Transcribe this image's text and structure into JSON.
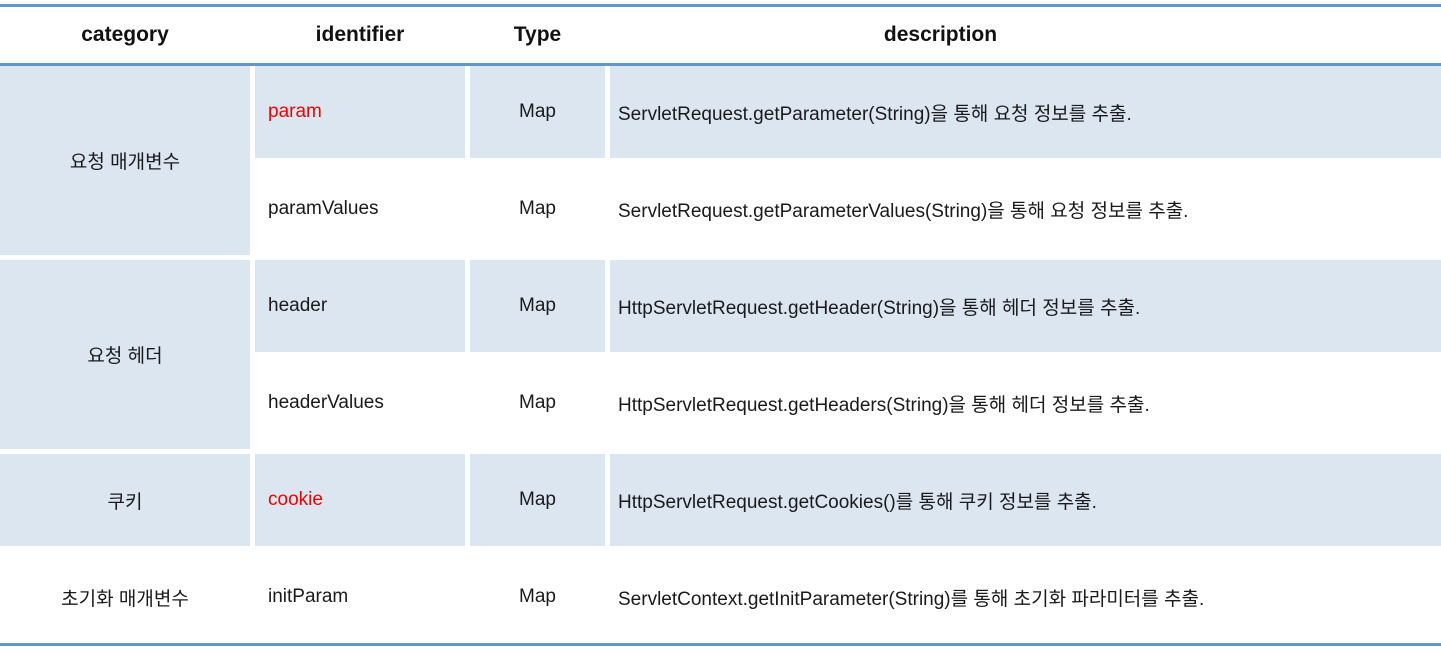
{
  "colors": {
    "accent_line": "#6295c8",
    "row_fill": "#dce6f1",
    "highlight": "#f40000",
    "text": "#1a1a1a"
  },
  "header": {
    "category": "category",
    "identifier": "identifier",
    "type": "Type",
    "description": "description"
  },
  "rows": [
    {
      "category": "요청 매개변수",
      "category_rowspan": 2,
      "identifier": "param",
      "highlight": true,
      "type": "Map",
      "description": "ServletRequest.getParameter(String)을 통해 요청 정보를 추출.",
      "shaded": true
    },
    {
      "identifier": "paramValues",
      "highlight": false,
      "type": "Map",
      "description": "ServletRequest.getParameterValues(String)을 통해 요청 정보를 추출.",
      "shaded": false
    },
    {
      "category": "요청 헤더",
      "category_rowspan": 2,
      "identifier": "header",
      "highlight": false,
      "type": "Map",
      "description": "HttpServletRequest.getHeader(String)을 통해 헤더 정보를 추출.",
      "shaded": true
    },
    {
      "identifier": "headerValues",
      "highlight": false,
      "type": "Map",
      "description": "HttpServletRequest.getHeaders(String)을 통해 헤더 정보를 추출.",
      "shaded": false
    },
    {
      "category": "쿠키",
      "category_rowspan": 1,
      "identifier": "cookie",
      "highlight": true,
      "type": "Map",
      "description": "HttpServletRequest.getCookies()를 통해 쿠키 정보를 추출.",
      "shaded": true
    },
    {
      "category": "초기화 매개변수",
      "category_rowspan": 1,
      "identifier": "initParam",
      "highlight": false,
      "type": "Map",
      "description": "ServletContext.getInitParameter(String)를 통해 초기화 파라미터를 추출.",
      "shaded": false
    }
  ]
}
